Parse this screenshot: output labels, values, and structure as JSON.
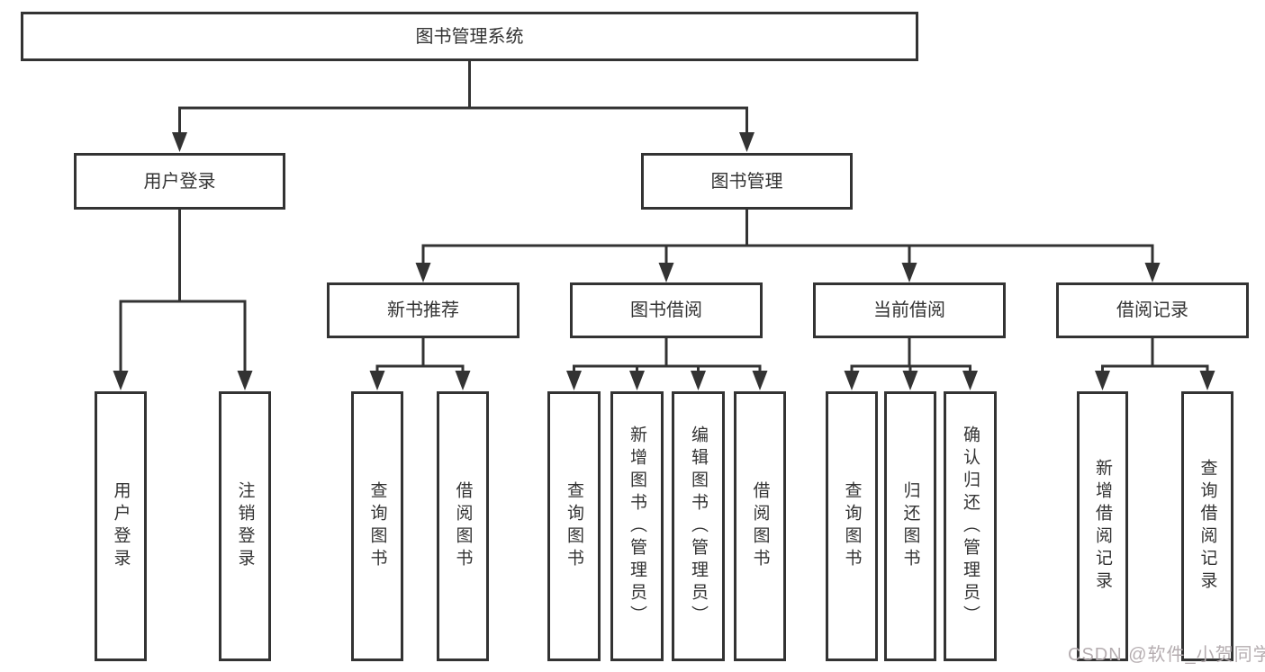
{
  "diagram": {
    "title": "图书管理系统",
    "root": {
      "label": "图书管理系统"
    },
    "branches": [
      {
        "label": "用户登录",
        "children": [
          {
            "label": "用户登录"
          },
          {
            "label": "注销登录"
          }
        ]
      },
      {
        "label": "图书管理",
        "children": [
          {
            "label": "新书推荐",
            "children": [
              {
                "label": "查询图书"
              },
              {
                "label": "借阅图书"
              }
            ]
          },
          {
            "label": "图书借阅",
            "children": [
              {
                "label": "查询图书"
              },
              {
                "label": "新增图书（管理员）"
              },
              {
                "label": "编辑图书（管理员）"
              },
              {
                "label": "借阅图书"
              }
            ]
          },
          {
            "label": "当前借阅",
            "children": [
              {
                "label": "查询图书"
              },
              {
                "label": "归还图书"
              },
              {
                "label": "确认归还（管理员）"
              }
            ]
          },
          {
            "label": "借阅记录",
            "children": [
              {
                "label": "新增借阅记录"
              },
              {
                "label": "查询借阅记录"
              }
            ]
          }
        ]
      }
    ]
  },
  "watermark": {
    "text": "CSDN @软件_小贺同学",
    "color": "#b5adb0"
  },
  "colors": {
    "line": "#333333",
    "box_border": "#333333",
    "text": "#333333",
    "background": "#ffffff"
  }
}
